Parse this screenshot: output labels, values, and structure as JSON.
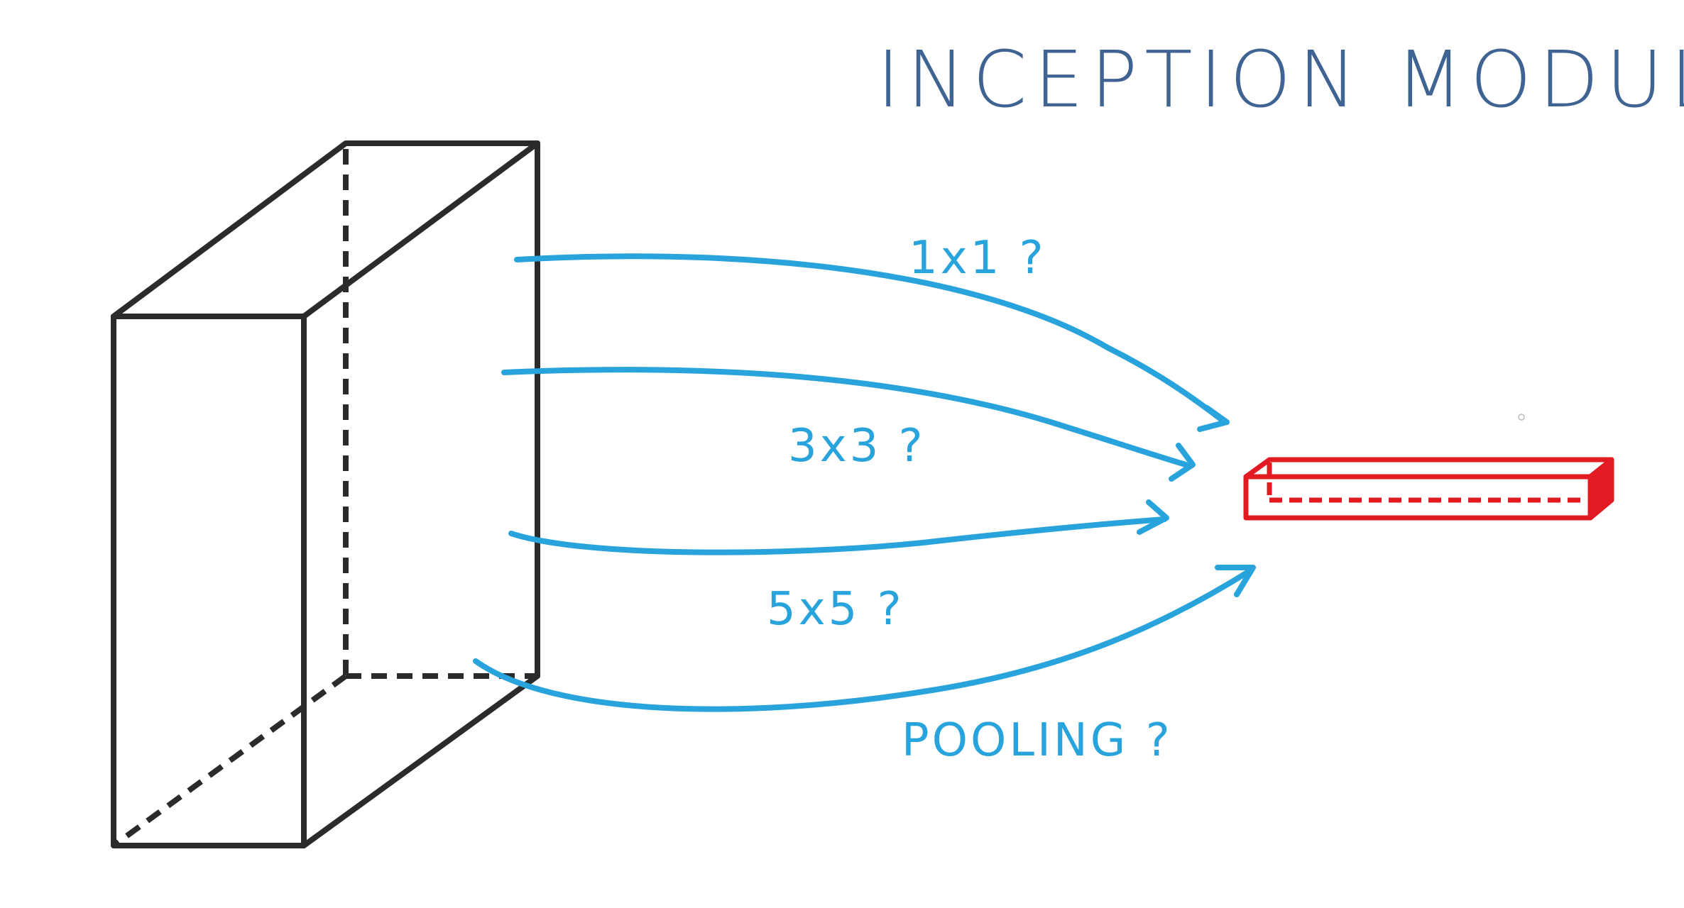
{
  "title": "INCEPTION MODULES",
  "labels": {
    "conv1x1": "1x1 ?",
    "conv3x3": "3x3 ?",
    "conv5x5": "5x5 ?",
    "pooling": "POOLING ?"
  },
  "colors": {
    "title": "#3f6494",
    "arrows": "#29a3dc",
    "input_block": "#2b2b2b",
    "output_block": "#e21b23"
  }
}
